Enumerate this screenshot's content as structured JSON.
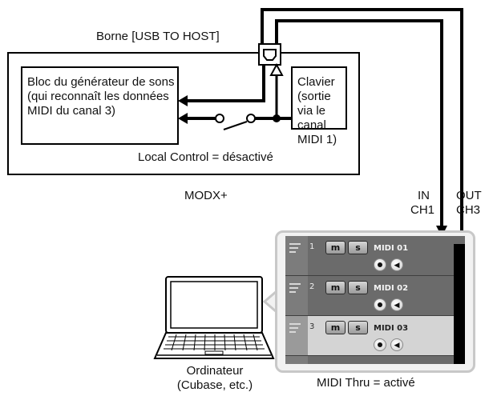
{
  "usb_terminal_label": "Borne [USB TO HOST]",
  "sound_generator_block": "Bloc du générateur de sons (qui reconnaît les données MIDI du canal 3)",
  "keyboard_block": "Clavier (sortie via le canal MIDI 1)",
  "local_control_label": "Local Control = désactivé",
  "device_name": "MODX+",
  "in_label_line1": "IN",
  "in_label_line2": "CH1",
  "out_label_line1": "OUT",
  "out_label_line2": "CH3",
  "computer_label_line1": "Ordinateur",
  "computer_label_line2": "(Cubase, etc.)",
  "midi_thru_label": "MIDI Thru = activé",
  "daw": {
    "tracks": [
      {
        "number": "1",
        "mute": "m",
        "solo": "s",
        "name": "MIDI 01",
        "selected": false
      },
      {
        "number": "2",
        "mute": "m",
        "solo": "s",
        "name": "MIDI 02",
        "selected": false
      },
      {
        "number": "3",
        "mute": "m",
        "solo": "s",
        "name": "MIDI 03",
        "selected": true
      }
    ]
  },
  "icons": [
    "usb-port-icon",
    "switch-icon",
    "laptop-icon",
    "record-icon",
    "monitor-icon"
  ],
  "colors": {
    "line": "#000000",
    "panel_border": "#c8c8c8",
    "track_bg": "#6b6b6b",
    "track_selected_bg": "#d4d4d4"
  }
}
